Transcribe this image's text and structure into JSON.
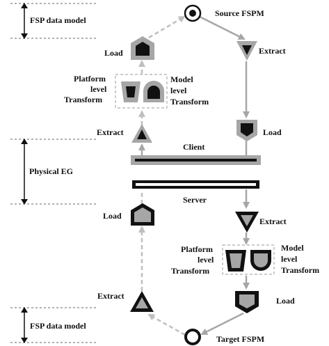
{
  "labels": {
    "fsp_top": "FSP data model",
    "fsp_bottom": "FSP data model",
    "physical_eg": "Physical EG",
    "source": "Source FSPM",
    "target": "Target FSPM",
    "client": "Client",
    "server": "Server",
    "upper_load_left": "Load",
    "upper_extract_left": "Extract",
    "upper_extract_right": "Extract",
    "upper_load_right": "Load",
    "platform_top": [
      "Platform",
      "level",
      "Transform"
    ],
    "model_top": [
      "Model",
      "level",
      "Transform"
    ],
    "lower_load_left": "Load",
    "lower_extract_left": "Extract",
    "lower_extract_right": "Extract",
    "lower_load_right": "Load",
    "platform_bottom": [
      "Platform",
      "level",
      "Transform"
    ],
    "model_bottom": [
      "Model",
      "level",
      "Transform"
    ]
  },
  "colors": {
    "grey": "#a6a6a6",
    "dark": "#111111",
    "dash": "#bfbfbf"
  }
}
